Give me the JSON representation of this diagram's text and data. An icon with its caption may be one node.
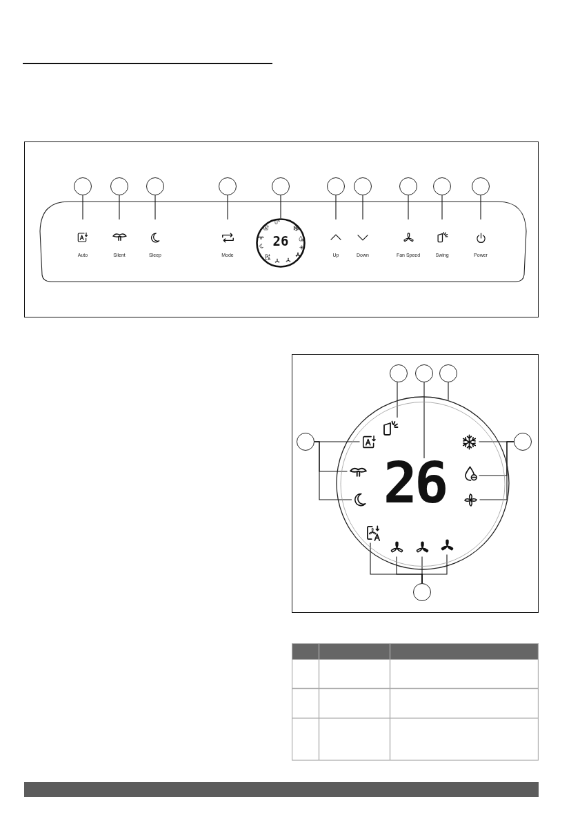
{
  "diagram": {
    "nodes": [
      {
        "text": [],
        "shape": "circle"
      },
      {
        "text": [],
        "shape": "circle"
      },
      {
        "text": [],
        "shape": "circle"
      },
      {
        "text": [],
        "shape": "circle"
      },
      {
        "text": [],
        "shape": "circle"
      },
      {
        "text": [],
        "shape": "circle"
      },
      {
        "text": [],
        "shape": "circle"
      },
      {
        "text": [],
        "shape": "circle"
      },
      {
        "text": [],
        "shape": "circle"
      },
      {
        "text": [],
        "shape": "circle"
      },
      {
        "text": [],
        "shape": "picture",
        "beside": [
          "Auto"
        ]
      },
      {
        "text": [],
        "shape": "picture",
        "beside": [
          "Silent"
        ]
      },
      {
        "text": [],
        "shape": "picture",
        "beside": [
          "Sleep"
        ]
      },
      {
        "text": [],
        "shape": "picture",
        "beside": [
          "Mode"
        ]
      },
      {
        "text": [
          "26"
        ]
      },
      {
        "text": [],
        "shape": "picture",
        "beside": [
          "Up"
        ]
      },
      {
        "text": [],
        "shape": "picture",
        "beside": [
          "Down"
        ]
      },
      {
        "text": [],
        "shape": "picture",
        "beside": [
          "Fan Speed"
        ]
      },
      {
        "text": [],
        "shape": "picture",
        "beside": [
          "Swing"
        ]
      },
      {
        "text": [],
        "shape": "picture",
        "beside": [
          "Power"
        ]
      },
      {
        "text": [],
        "shape": "circle"
      },
      {
        "text": [],
        "shape": "circle"
      },
      {
        "text": [],
        "shape": "circle"
      },
      {
        "text": [],
        "shape": "circle"
      },
      {
        "text": [],
        "shape": "circle"
      },
      {
        "text": [],
        "shape": "circle"
      },
      {
        "text": [],
        "shape": "circle"
      },
      {
        "text": [],
        "shape": "picture",
        "in": 26
      },
      {
        "text": [
          "26"
        ],
        "in": 26
      },
      {
        "text": [],
        "shape": "picture",
        "in": 26
      },
      {
        "text": [],
        "shape": "picture",
        "in": 26
      },
      {
        "text": [],
        "shape": "picture",
        "in": 26
      },
      {
        "text": [],
        "shape": "picture",
        "in": 26
      },
      {
        "text": [],
        "shape": "picture",
        "in": 26
      },
      {
        "text": [],
        "shape": "picture",
        "in": 26
      },
      {
        "text": [],
        "shape": "picture",
        "in": 26
      },
      {
        "text": [],
        "shape": "picture",
        "in": 26
      },
      {
        "text": [],
        "shape": "picture",
        "in": 26
      },
      {
        "text": [],
        "shape": "picture",
        "in": 26
      }
    ],
    "edges": [
      {
        "from": 0,
        "to": 10,
        "arrow": "none"
      },
      {
        "from": 1,
        "to": 11,
        "arrow": "none"
      },
      {
        "from": 2,
        "to": 12,
        "arrow": "none"
      },
      {
        "from": 3,
        "to": 13,
        "arrow": "none"
      },
      {
        "from": 4,
        "to": 14,
        "arrow": "none"
      },
      {
        "from": 5,
        "to": 15,
        "arrow": "none"
      },
      {
        "from": 6,
        "to": 16,
        "arrow": "none"
      },
      {
        "from": 7,
        "to": 17,
        "arrow": "none"
      },
      {
        "from": 8,
        "to": 18,
        "arrow": "none"
      },
      {
        "from": 9,
        "to": 19,
        "arrow": "none"
      },
      {
        "from": 20,
        "to": 27,
        "arrow": "none"
      },
      {
        "from": 21,
        "to": 28,
        "arrow": "none"
      },
      {
        "from": 22,
        "to": 26,
        "arrow": "none"
      },
      {
        "from": 23,
        "to": 29,
        "arrow": "none"
      },
      {
        "from": 23,
        "to": 30,
        "arrow": "none"
      },
      {
        "from": 23,
        "to": 31,
        "arrow": "none"
      },
      {
        "from": 24,
        "to": 32,
        "arrow": "none"
      },
      {
        "from": 24,
        "to": 33,
        "arrow": "none"
      },
      {
        "from": 24,
        "to": 34,
        "arrow": "none"
      },
      {
        "from": 25,
        "to": 35,
        "arrow": "none"
      },
      {
        "from": 25,
        "to": 36,
        "arrow": "none"
      },
      {
        "from": 25,
        "to": 37,
        "arrow": "none"
      },
      {
        "from": 25,
        "to": 38,
        "arrow": "none"
      }
    ]
  }
}
